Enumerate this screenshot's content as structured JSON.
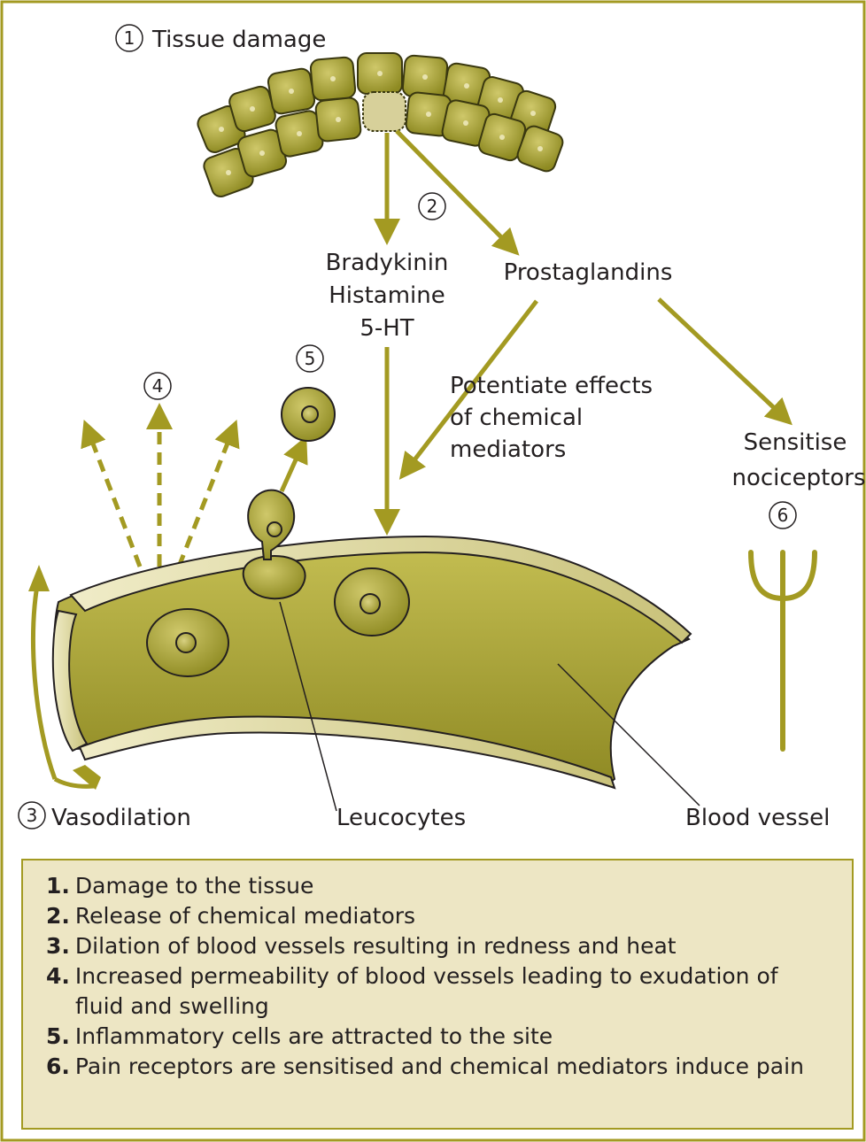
{
  "colors": {
    "frame": "#a39a22",
    "arrow": "#a39a22",
    "cell_fill": "#a9a339",
    "vessel_fill": "#b4ae3d",
    "legend_bg": "#ede6c4",
    "damaged_cell": "#d7d09a"
  },
  "steps": [
    {
      "num": "1",
      "label": "Tissue damage"
    },
    {
      "num": "2",
      "label": ""
    },
    {
      "num": "3",
      "label": "Vasodilation"
    },
    {
      "num": "4",
      "label": ""
    },
    {
      "num": "5",
      "label": ""
    },
    {
      "num": "6",
      "label": ""
    }
  ],
  "mediators": {
    "line1": "Bradykinin",
    "line2": "Histamine",
    "line3": "5-HT"
  },
  "prostaglandins": "Prostaglandins",
  "potentiate": {
    "line1": "Potentiate effects",
    "line2": "of chemical",
    "line3": "mediators"
  },
  "sensitise": {
    "line1": "Sensitise",
    "line2": "nociceptors"
  },
  "labels": {
    "leucocytes": "Leucocytes",
    "blood_vessel": "Blood vessel"
  },
  "legend": [
    {
      "num": "1.",
      "text": "Damage to the tissue"
    },
    {
      "num": "2.",
      "text": "Release of chemical mediators"
    },
    {
      "num": "3.",
      "text": "Dilation of blood vessels resulting in redness and heat"
    },
    {
      "num": "4.",
      "text": "Increased permeability of blood vessels leading to exudation of fluid and swelling"
    },
    {
      "num": "5.",
      "text": "Inflammatory cells are attracted to the site"
    },
    {
      "num": "6.",
      "text": "Pain receptors are sensitised and chemical mediators induce pain"
    }
  ]
}
